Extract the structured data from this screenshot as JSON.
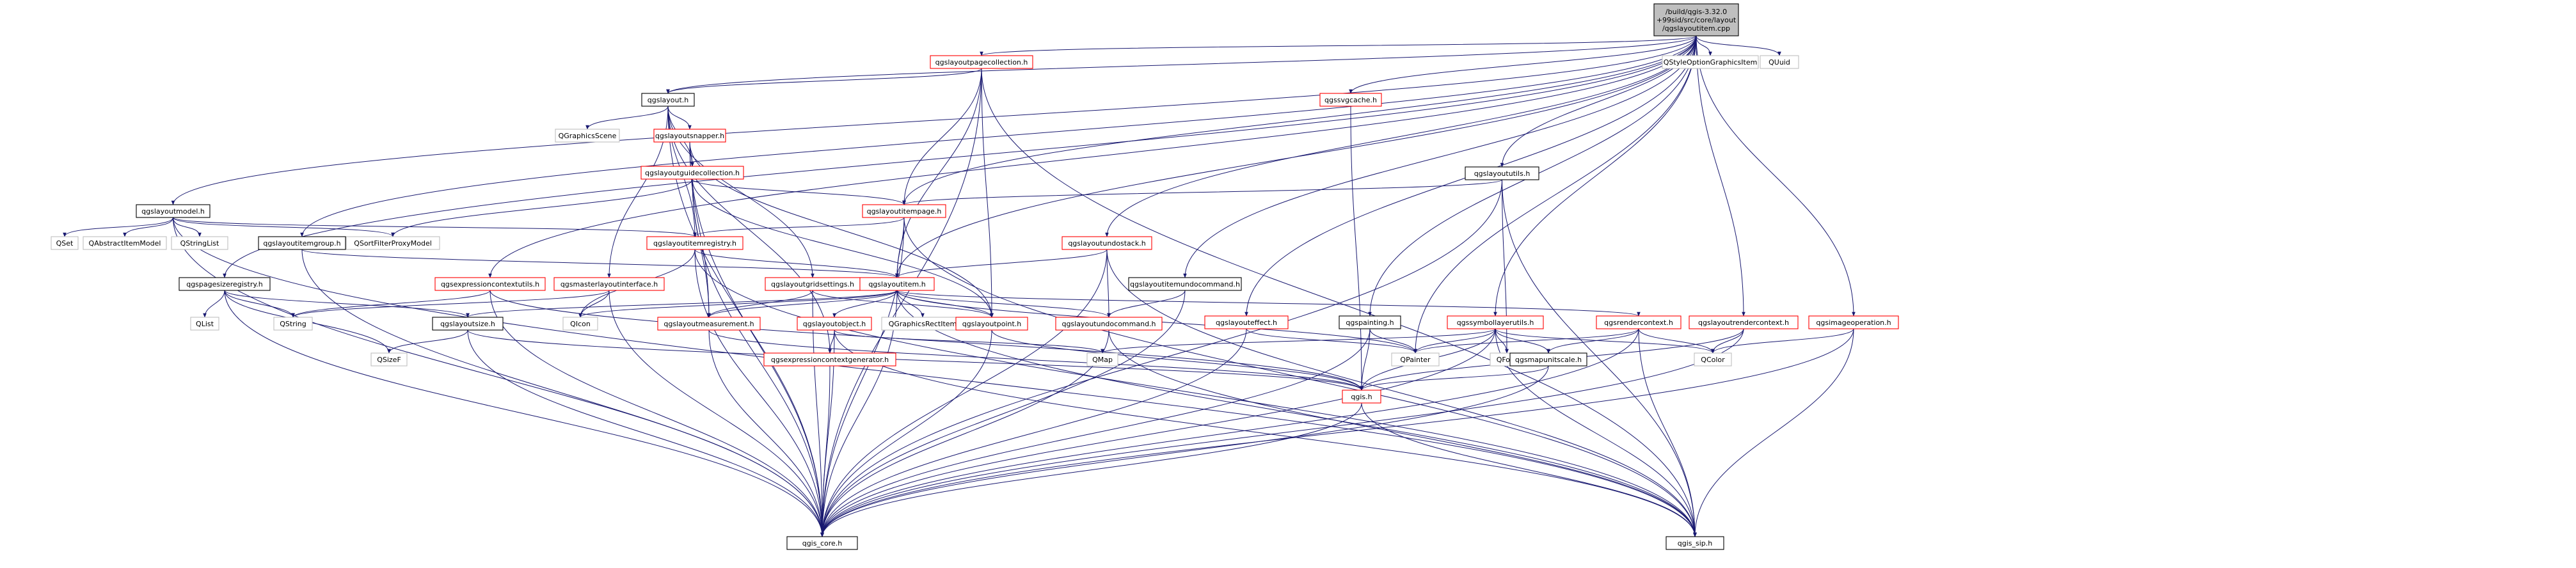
{
  "colors": {
    "edge": "#191970",
    "text": "#000000",
    "border_default": "#bfbfbf",
    "border_documented": "#000000",
    "border_linked": "#ff0000",
    "fill_root": "#bfbfbf",
    "fill_default": "#ffffff"
  },
  "nodes": [
    {
      "id": "root",
      "label": "/build/qgis-3.32.0\n+99sid/src/core/layout\n/qgslayoutitem.cpp",
      "style": "root"
    },
    {
      "id": "qgslayoutpagecollection",
      "label": "qgslayoutpagecollection.h",
      "style": "linked"
    },
    {
      "id": "qgslayout",
      "label": "qgslayout.h",
      "style": "documented"
    },
    {
      "id": "qgslayoutsnapper",
      "label": "qgslayoutsnapper.h",
      "style": "linked"
    },
    {
      "id": "qgraphicsscene",
      "label": "QGraphicsScene",
      "style": "default"
    },
    {
      "id": "qgslayoutguidecollection",
      "label": "qgslayoutguidecollection.h",
      "style": "linked"
    },
    {
      "id": "qgslayoutmodel",
      "label": "qgslayoutmodel.h",
      "style": "documented"
    },
    {
      "id": "qgslayoutitempage",
      "label": "qgslayoutitempage.h",
      "style": "linked"
    },
    {
      "id": "qgssvgcache",
      "label": "qgssvgcache.h",
      "style": "linked"
    },
    {
      "id": "qgslayoututils",
      "label": "qgslayoututils.h",
      "style": "documented"
    },
    {
      "id": "qstyleoption",
      "label": "QStyleOptionGraphicsItem",
      "style": "default"
    },
    {
      "id": "quuid",
      "label": "QUuid",
      "style": "default"
    },
    {
      "id": "qset",
      "label": "QSet",
      "style": "default"
    },
    {
      "id": "qabstractitemmodel",
      "label": "QAbstractItemModel",
      "style": "default"
    },
    {
      "id": "qstringlist",
      "label": "QStringList",
      "style": "default"
    },
    {
      "id": "qsortfilterproxymodel",
      "label": "QSortFilterProxyModel",
      "style": "default"
    },
    {
      "id": "qgslayoutitemgroup",
      "label": "qgslayoutitemgroup.h",
      "style": "documented"
    },
    {
      "id": "qgslayoutitemregistry",
      "label": "qgslayoutitemregistry.h",
      "style": "linked"
    },
    {
      "id": "qgslayoutundostack",
      "label": "qgslayoutundostack.h",
      "style": "linked"
    },
    {
      "id": "qgspagesizeregistry",
      "label": "qgspagesizeregistry.h",
      "style": "documented"
    },
    {
      "id": "qgsexpressioncontextutils",
      "label": "qgsexpressioncontextutils.h",
      "style": "linked"
    },
    {
      "id": "qgsmasterlayoutinterface",
      "label": "qgsmasterlayoutinterface.h",
      "style": "linked"
    },
    {
      "id": "qgslayoutgridsettings",
      "label": "qgslayoutgridsettings.h",
      "style": "linked"
    },
    {
      "id": "qgslayoutitem",
      "label": "qgslayoutitem.h",
      "style": "linked"
    },
    {
      "id": "qgslayoutitemundocommand",
      "label": "qgslayoutitemundocommand.h",
      "style": "documented"
    },
    {
      "id": "qgslayouteffect",
      "label": "qgslayouteffect.h",
      "style": "linked"
    },
    {
      "id": "qgspainting",
      "label": "qgspainting.h",
      "style": "documented"
    },
    {
      "id": "qgssymbollayerutils",
      "label": "qgssymbollayerutils.h",
      "style": "linked"
    },
    {
      "id": "qgsrendercontext",
      "label": "qgsrendercontext.h",
      "style": "linked"
    },
    {
      "id": "qgslayoutrendercontext",
      "label": "qgslayoutrendercontext.h",
      "style": "linked"
    },
    {
      "id": "qgsimageoperation",
      "label": "qgsimageoperation.h",
      "style": "linked"
    },
    {
      "id": "qlist",
      "label": "QList",
      "style": "default"
    },
    {
      "id": "qstring",
      "label": "QString",
      "style": "default"
    },
    {
      "id": "qgslayoutsize",
      "label": "qgslayoutsize.h",
      "style": "documented"
    },
    {
      "id": "qsizef",
      "label": "QSizeF",
      "style": "default"
    },
    {
      "id": "qicon",
      "label": "QIcon",
      "style": "default"
    },
    {
      "id": "qgslayoutmeasurement",
      "label": "qgslayoutmeasurement.h",
      "style": "linked"
    },
    {
      "id": "qgslayoutobject",
      "label": "qgslayoutobject.h",
      "style": "linked"
    },
    {
      "id": "qgraphicsrectitem",
      "label": "QGraphicsRectItem",
      "style": "default"
    },
    {
      "id": "qgslayoutpoint",
      "label": "qgslayoutpoint.h",
      "style": "linked"
    },
    {
      "id": "qgslayoutundocommand",
      "label": "qgslayoutundocommand.h",
      "style": "linked"
    },
    {
      "id": "qgsexpressioncontextgenerator",
      "label": "qgsexpressioncontextgenerator.h",
      "style": "linked"
    },
    {
      "id": "qmap",
      "label": "QMap",
      "style": "default"
    },
    {
      "id": "qpainter",
      "label": "QPainter",
      "style": "default"
    },
    {
      "id": "qfont",
      "label": "QFont",
      "style": "default"
    },
    {
      "id": "qgsmapunitscale",
      "label": "qgsmapunitscale.h",
      "style": "documented"
    },
    {
      "id": "qcolor",
      "label": "QColor",
      "style": "default"
    },
    {
      "id": "qgis",
      "label": "qgis.h",
      "style": "linked"
    },
    {
      "id": "qgis_core",
      "label": "qgis_core.h",
      "style": "documented"
    },
    {
      "id": "qgis_sip",
      "label": "qgis_sip.h",
      "style": "documented"
    }
  ],
  "edges": [
    [
      "root",
      "qgslayoutpagecollection"
    ],
    [
      "root",
      "qgslayout"
    ],
    [
      "root",
      "qgslayoutmodel"
    ],
    [
      "root",
      "qgslayoutitempage"
    ],
    [
      "root",
      "qgssvgcache"
    ],
    [
      "root",
      "qgslayoututils"
    ],
    [
      "root",
      "qstyleoption"
    ],
    [
      "root",
      "quuid"
    ],
    [
      "root",
      "qgslayoutitemgroup"
    ],
    [
      "root",
      "qgslayoutundostack"
    ],
    [
      "root",
      "qgspagesizeregistry"
    ],
    [
      "root",
      "qgsexpressioncontextutils"
    ],
    [
      "root",
      "qgslayoutitem"
    ],
    [
      "root",
      "qgslayoutitemundocommand"
    ],
    [
      "root",
      "qgslayouteffect"
    ],
    [
      "root",
      "qgspainting"
    ],
    [
      "root",
      "qgssymbollayerutils"
    ],
    [
      "root",
      "qgslayoutrendercontext"
    ],
    [
      "root",
      "qgsimageoperation"
    ],
    [
      "root",
      "qpainter"
    ],
    [
      "qgslayoutpagecollection",
      "qgslayout"
    ],
    [
      "qgslayoutpagecollection",
      "qgslayoutitempage"
    ],
    [
      "qgslayoutpagecollection",
      "qgslayoutitem"
    ],
    [
      "qgslayoutpagecollection",
      "qgslayoutpoint"
    ],
    [
      "qgslayoutpagecollection",
      "qgis_sip"
    ],
    [
      "qgslayoutpagecollection",
      "qgis_core"
    ],
    [
      "qgslayout",
      "qgslayoutsnapper"
    ],
    [
      "qgslayout",
      "qgraphicsscene"
    ],
    [
      "qgslayout",
      "qgslayoutguidecollection"
    ],
    [
      "qgslayout",
      "qgslayoutgridsettings"
    ],
    [
      "qgslayout",
      "qgsmasterlayoutinterface"
    ],
    [
      "qgslayout",
      "qgis_core"
    ],
    [
      "qgslayout",
      "qgslayoutitemregistry"
    ],
    [
      "qgslayout",
      "qgsexpressioncontextgenerator"
    ],
    [
      "qgslayoutsnapper",
      "qgslayoutguidecollection"
    ],
    [
      "qgslayoutsnapper",
      "qgslayoutmeasurement"
    ],
    [
      "qgslayoutsnapper",
      "qgslayoutpoint"
    ],
    [
      "qgslayoutsnapper",
      "qgis_core"
    ],
    [
      "qgslayoutguidecollection",
      "qgslayoutitempage"
    ],
    [
      "qgslayoutguidecollection",
      "qgslayoutmeasurement"
    ],
    [
      "qgslayoutguidecollection",
      "qgslayoutpoint"
    ],
    [
      "qgslayoutguidecollection",
      "qsortfilterproxymodel"
    ],
    [
      "qgslayoutguidecollection",
      "qgis_core"
    ],
    [
      "qgslayoutmodel",
      "qset"
    ],
    [
      "qgslayoutmodel",
      "qabstractitemmodel"
    ],
    [
      "qgslayoutmodel",
      "qstringlist"
    ],
    [
      "qgslayoutmodel",
      "qsortfilterproxymodel"
    ],
    [
      "qgslayoutmodel",
      "qgslayoutitemregistry"
    ],
    [
      "qgslayoutmodel",
      "qgis_core"
    ],
    [
      "qgslayoutmodel",
      "qgis_sip"
    ],
    [
      "qgslayoutitempage",
      "qgslayoutitem"
    ],
    [
      "qgslayoutitempage",
      "qgslayoutitemregistry"
    ],
    [
      "qgslayoutitempage",
      "qgis_core"
    ],
    [
      "qgslayoutitempage",
      "qgis_sip"
    ],
    [
      "qgssvgcache",
      "qgis"
    ],
    [
      "qgslayoututils",
      "qgslayoutitempage"
    ],
    [
      "qgslayoututils",
      "qgis_core"
    ],
    [
      "qgslayoututils",
      "qfont"
    ],
    [
      "qgslayoututils",
      "qgis_sip"
    ],
    [
      "qgslayoutitemgroup",
      "qgslayoutitem"
    ],
    [
      "qgslayoutitemgroup",
      "qgis_core"
    ],
    [
      "qgslayoutitemregistry",
      "qgslayoutitem"
    ],
    [
      "qgslayoutitemregistry",
      "qicon"
    ],
    [
      "qgslayoutitemregistry",
      "qgis_core"
    ],
    [
      "qgslayoutitemregistry",
      "qgis_sip"
    ],
    [
      "qgslayoutundostack",
      "qgslayoutitem"
    ],
    [
      "qgslayoutundostack",
      "qgslayoutundocommand"
    ],
    [
      "qgslayoutundostack",
      "qgis_core"
    ],
    [
      "qgslayoutundostack",
      "qgis_sip"
    ],
    [
      "qgspagesizeregistry",
      "qgslayoutsize"
    ],
    [
      "qgspagesizeregistry",
      "qlist"
    ],
    [
      "qgspagesizeregistry",
      "qstring"
    ],
    [
      "qgspagesizeregistry",
      "qsizef"
    ],
    [
      "qgspagesizeregistry",
      "qgis_core"
    ],
    [
      "qgsexpressioncontextutils",
      "qstring"
    ],
    [
      "qgsexpressioncontextutils",
      "qgis"
    ],
    [
      "qgsexpressioncontextutils",
      "qgis_core"
    ],
    [
      "qgsmasterlayoutinterface",
      "qstring"
    ],
    [
      "qgsmasterlayoutinterface",
      "qicon"
    ],
    [
      "qgsmasterlayoutinterface",
      "qgis_core"
    ],
    [
      "qgslayoutgridsettings",
      "qgslayoutmeasurement"
    ],
    [
      "qgslayoutgridsettings",
      "qgslayoutpoint"
    ],
    [
      "qgslayoutgridsettings",
      "qgis_core"
    ],
    [
      "qgslayoutitem",
      "qgslayoutmeasurement"
    ],
    [
      "qgslayoutitem",
      "qgslayoutobject"
    ],
    [
      "qgslayoutitem",
      "qgraphicsrectitem"
    ],
    [
      "qgslayoutitem",
      "qgslayoutpoint"
    ],
    [
      "qgslayoutitem",
      "qgslayoutundocommand"
    ],
    [
      "qgslayoutitem",
      "qgslayoutsize"
    ],
    [
      "qgslayoutitem",
      "qicon"
    ],
    [
      "qgslayoutitem",
      "qgsrendercontext"
    ],
    [
      "qgslayoutitem",
      "qpainter"
    ],
    [
      "qgslayoutitem",
      "qgis_core"
    ],
    [
      "qgslayoutitem",
      "qgis_sip"
    ],
    [
      "qgslayoutitemundocommand",
      "qgslayoutundocommand"
    ],
    [
      "qgslayoutitemundocommand",
      "qgis_core"
    ],
    [
      "qgslayouteffect",
      "qpainter"
    ],
    [
      "qgslayouteffect",
      "qgis_core"
    ],
    [
      "qgspainting",
      "qpainter"
    ],
    [
      "qgspainting",
      "qgis"
    ],
    [
      "qgspainting",
      "qgis_core"
    ],
    [
      "qgssymbollayerutils",
      "qmap"
    ],
    [
      "qgssymbollayerutils",
      "qpainter"
    ],
    [
      "qgssymbollayerutils",
      "qfont"
    ],
    [
      "qgssymbollayerutils",
      "qgsmapunitscale"
    ],
    [
      "qgssymbollayerutils",
      "qcolor"
    ],
    [
      "qgssymbollayerutils",
      "qgis"
    ],
    [
      "qgssymbollayerutils",
      "qgis_core"
    ],
    [
      "qgssymbollayerutils",
      "qgis_sip"
    ],
    [
      "qgsrendercontext",
      "qpainter"
    ],
    [
      "qgsrendercontext",
      "qgsmapunitscale"
    ],
    [
      "qgsrendercontext",
      "qcolor"
    ],
    [
      "qgsrendercontext",
      "qgis_core"
    ],
    [
      "qgsrendercontext",
      "qgis_sip"
    ],
    [
      "qgslayoutrendercontext",
      "qcolor"
    ],
    [
      "qgslayoutrendercontext",
      "qgis"
    ],
    [
      "qgslayoutrendercontext",
      "qgis_core"
    ],
    [
      "qgsimageoperation",
      "qcolor"
    ],
    [
      "qgsimageoperation",
      "qgis_sip"
    ],
    [
      "qgsimageoperation",
      "qgis_core"
    ],
    [
      "qgslayoutsize",
      "qsizef"
    ],
    [
      "qgslayoutsize",
      "qgis"
    ],
    [
      "qgslayoutsize",
      "qgis_core"
    ],
    [
      "qgslayoutmeasurement",
      "qgis_core"
    ],
    [
      "qgslayoutmeasurement",
      "qgis"
    ],
    [
      "qgslayoutobject",
      "qgsexpressioncontextgenerator"
    ],
    [
      "qgslayoutobject",
      "qmap"
    ],
    [
      "qgslayoutobject",
      "qgis_core"
    ],
    [
      "qgslayoutobject",
      "qgis_sip"
    ],
    [
      "qgslayoutpoint",
      "qgis_core"
    ],
    [
      "qgslayoutpoint",
      "qgis"
    ],
    [
      "qgslayoutundocommand",
      "qgis_core"
    ],
    [
      "qgslayoutundocommand",
      "qgis_sip"
    ],
    [
      "qgsexpressioncontextgenerator",
      "qgis_core"
    ],
    [
      "qgsmapunitscale",
      "qgis"
    ],
    [
      "qgsmapunitscale",
      "qgis_core"
    ],
    [
      "qgis",
      "qgis_core"
    ],
    [
      "qgis",
      "qgis_sip"
    ]
  ]
}
